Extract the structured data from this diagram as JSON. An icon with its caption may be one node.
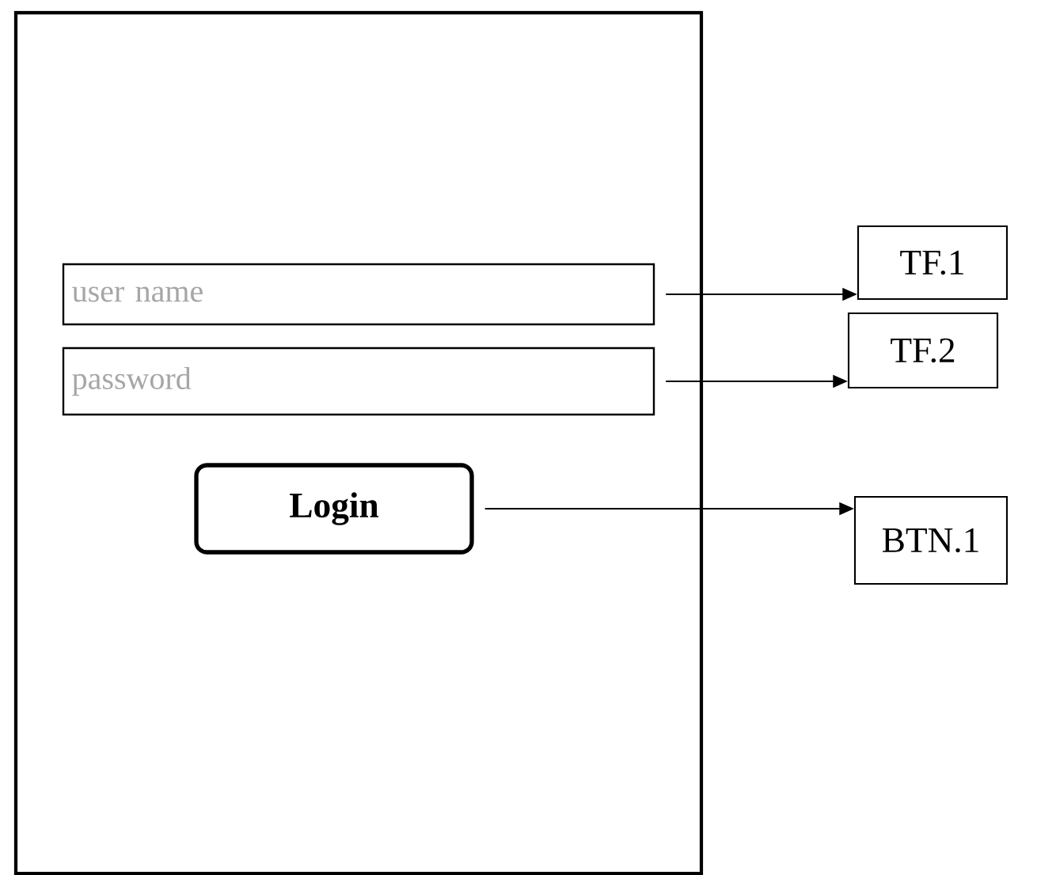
{
  "diagram": {
    "nodes": [
      {
        "text": [],
        "shape": "box"
      },
      {
        "text": [
          "user name"
        ],
        "in": 0
      },
      {
        "text": [
          "password"
        ],
        "in": 0
      },
      {
        "text": [
          "Login"
        ],
        "in": 0
      },
      {
        "text": [
          "TF.1"
        ]
      },
      {
        "text": [
          "TF.2"
        ]
      },
      {
        "text": [
          "BTN.1"
        ]
      }
    ],
    "edges": [
      {
        "from": 1,
        "to": 4,
        "arrow": "to"
      },
      {
        "from": 2,
        "to": 5,
        "arrow": "to"
      },
      {
        "from": 3,
        "to": 6,
        "arrow": "to"
      }
    ]
  }
}
